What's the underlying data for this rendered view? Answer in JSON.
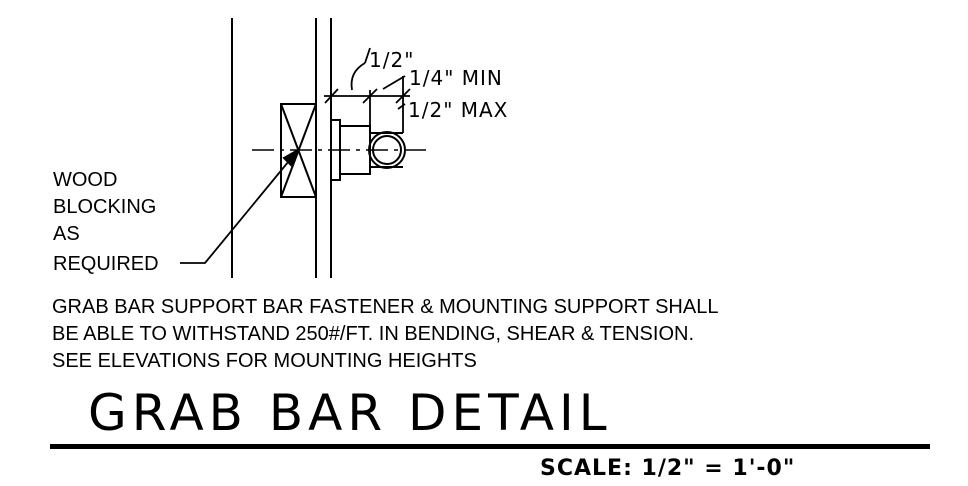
{
  "dimensions": {
    "top": "1/2\"",
    "min": "1/4\" MIN",
    "max": "1/2\" MAX"
  },
  "callout": {
    "line1": "WOOD",
    "line2": "BLOCKING",
    "line3": "AS",
    "line4": "REQUIRED"
  },
  "notes": {
    "line1": "GRAB BAR SUPPORT BAR FASTENER & MOUNTING SUPPORT SHALL",
    "line2": "BE ABLE TO WITHSTAND 250#/FT. IN BENDING, SHEAR & TENSION.",
    "line3": "SEE ELEVATIONS FOR MOUNTING HEIGHTS"
  },
  "title": "GRAB BAR DETAIL",
  "scale": "SCALE: 1/2\" = 1'-0\""
}
